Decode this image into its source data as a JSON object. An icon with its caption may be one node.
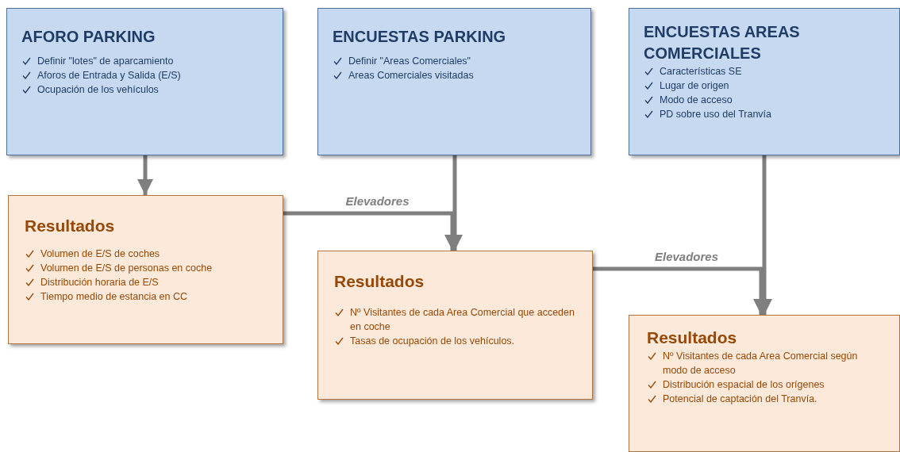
{
  "diagram": {
    "nodes": [
      {
        "text": [
          "AFORO PARKING",
          "Definir \"lotes\" de aparcamiento",
          "Aforos de Entrada y Salida (E/S)",
          "Ocupación de los vehículos"
        ]
      },
      {
        "text": [
          "ENCUESTAS PARKING",
          "Definir \"Areas Comerciales\"",
          "Areas Comerciales visitadas"
        ]
      },
      {
        "text": [
          "ENCUESTAS AREAS COMERCIALES",
          "Características SE",
          "Lugar de origen",
          "Modo de acceso",
          "PD sobre uso del Tranvía"
        ]
      },
      {
        "text": [
          "Resultados",
          "Volumen de E/S de coches",
          "Volumen de E/S de personas en coche",
          "Distribución horaria de E/S",
          "Tiempo medio de estancia en CC"
        ]
      },
      {
        "text": [
          "Resultados",
          "Nº Visitantes de cada Area Comercial que acceden en coche",
          "Tasas de ocupación de los vehículos."
        ]
      },
      {
        "text": [
          "Resultados",
          "Nº Visitantes de cada Area Comercial según modo de acceso",
          "Distribución espacial de los orígenes",
          "Potencial de captación del Tranvía."
        ]
      }
    ],
    "edges": [
      {
        "from": 0,
        "to": 3,
        "arrow": "to"
      },
      {
        "from": 1,
        "to": 4,
        "arrow": "to"
      },
      {
        "from": 3,
        "to": 4,
        "arrow": "to",
        "label": "Elevadores"
      },
      {
        "from": 2,
        "to": 5,
        "arrow": "to"
      },
      {
        "from": 4,
        "to": 5,
        "arrow": "to",
        "label": "Elevadores"
      }
    ]
  }
}
